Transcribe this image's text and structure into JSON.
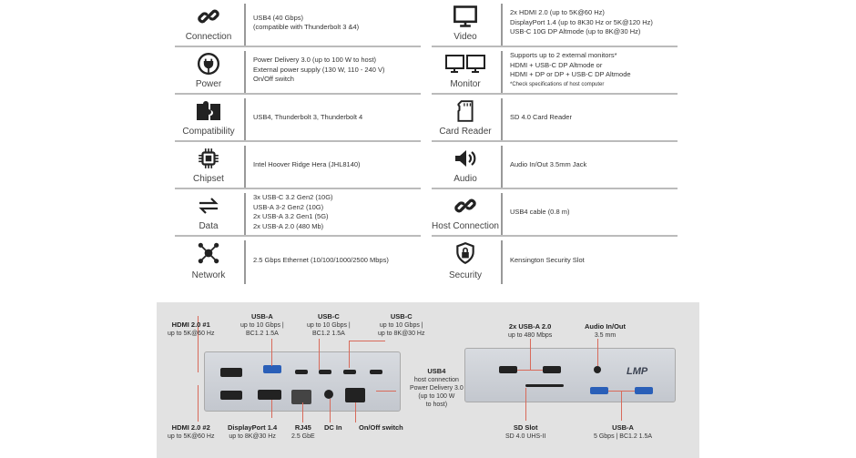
{
  "specs_left": [
    {
      "label": "Connection",
      "icon": "link-icon",
      "lines": [
        "USB4 (40 Gbps)",
        "(compatible with Thunderbolt 3 &4)"
      ]
    },
    {
      "label": "Power",
      "icon": "power-plug-icon",
      "lines": [
        "Power Delivery 3.0 (up to 100 W to host)",
        "External power supply (130 W, 110 - 240 V)",
        "On/Off switch"
      ]
    },
    {
      "label": "Compatibility",
      "icon": "puzzle-icon",
      "lines": [
        "USB4,  Thunderbolt 3, Thunderbolt 4"
      ]
    },
    {
      "label": "Chipset",
      "icon": "chip-icon",
      "lines": [
        "Intel Hoover Ridge Hera (JHL8140)"
      ]
    },
    {
      "label": "Data",
      "icon": "arrows-exchange-icon",
      "lines": [
        "3x USB-C 3.2 Gen2 (10G)",
        "USB-A 3-2 Gen2 (10G)",
        "2x USB-A 3.2 Gen1 (5G)",
        "2x USB-A 2.0 (480 Mb)"
      ]
    },
    {
      "label": "Network",
      "icon": "network-icon",
      "lines": [
        "2.5 Gbps Ethernet (10/100/1000/2500 Mbps)"
      ]
    }
  ],
  "specs_right": [
    {
      "label": "Video",
      "icon": "monitor-icon",
      "lines": [
        "2x HDMI 2.0 (up to 5K@60 Hz)",
        "DisplayPort 1.4 (up to 8K30 Hz or 5K@120 Hz)",
        "USB-C 10G DP Altmode (up to 8K@30 Hz)"
      ]
    },
    {
      "label": "Monitor",
      "icon": "dual-monitor-icon",
      "lines": [
        "Supports up to 2 external monitors*",
        "HDMI + USB-C DP Altmode or",
        "HDMI + DP or DP + USB-C DP Altmode"
      ],
      "note": "*Check specifications of host computer"
    },
    {
      "label": "Card Reader",
      "icon": "sd-card-icon",
      "lines": [
        "SD 4.0 Card Reader"
      ]
    },
    {
      "label": "Audio",
      "icon": "speaker-icon",
      "lines": [
        "Audio In/Out 3.5mm Jack"
      ]
    },
    {
      "label": "Host Connection",
      "icon": "link-icon",
      "lines": [
        "USB4 cable (0.8 m)"
      ]
    },
    {
      "label": "Security",
      "icon": "shield-lock-icon",
      "lines": [
        "Kensington Security Slot"
      ]
    }
  ],
  "callouts": {
    "hdmi1": {
      "title": "HDMI 2.0 #1",
      "sub": "up to 5K@60 Hz"
    },
    "usba": {
      "title": "USB-A",
      "sub": "up to 10 Gbps |",
      "sub2": "BC1.2 1.5A"
    },
    "usbc1": {
      "title": "USB-C",
      "sub": "up to 10 Gbps |",
      "sub2": "BC1.2 1.5A"
    },
    "usbc2": {
      "title": "USB-C",
      "sub": "up to 10 Gbps |",
      "sub2": "up to 8K@30 Hz"
    },
    "usb4": {
      "title": "USB4",
      "l1": "host connection",
      "l2": "Power Delivery 3.0",
      "l3": "(up to 100 W",
      "l4": "to host)"
    },
    "hdmi2": {
      "title": "HDMI 2.0 #2",
      "sub": "up to 5K@60 Hz"
    },
    "dp": {
      "title": "DisplayPort 1.4",
      "sub": "up to 8K@30 Hz"
    },
    "rj45": {
      "title": "RJ45",
      "sub": "2.5 GbE"
    },
    "dcin": {
      "title": "DC In"
    },
    "onoff": {
      "title": "On/Off switch"
    },
    "usba20": {
      "title": "2x USB-A 2.0",
      "sub": "up to 480 Mbps"
    },
    "audio": {
      "title": "Audio In/Out",
      "sub": "3.5 mm"
    },
    "sd": {
      "title": "SD Slot",
      "sub": "SD 4.0 UHS-II"
    },
    "usba5": {
      "title": "USB-A",
      "sub": "5 Gbps | BC1.2 1.5A"
    }
  },
  "brand": "LMP"
}
